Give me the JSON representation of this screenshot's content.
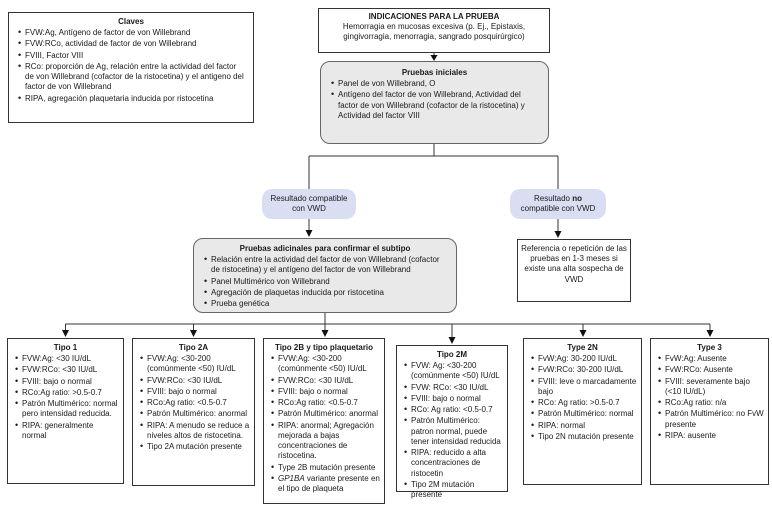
{
  "claves": {
    "title": "Claves",
    "items": [
      "FVW:Ag, Antígeno de factor de von Willebrand",
      "FVW:RCo, actividad de factor de von Willebrand",
      "FVIII, Factor VIII",
      "RCo: proporción de Ag, relación entre la actividad del factor de von Willebrand (cofactor de la ristocetina) y el antigeno del factor de von Willebrand",
      "RIPA, agregación plaquetaria inducida por ristocetina"
    ]
  },
  "indicaciones": {
    "title": "INDICACIONES PARA LA PRUEBA",
    "body": "Hemorragia en mucosas excesiva (p. Ej., Epistaxis, gingivorragia, menorragia, sangrado posquirúrgico)"
  },
  "pruebas_iniciales": {
    "title": "Pruebas iniciales",
    "items": [
      "Panel de von Willebrand, O",
      "Antígeno del factor de von Willebrand, Actividad del factor de von Willebrand (cofactor de la ristocetina) y Actividad del factor VIII"
    ]
  },
  "resultado_compatible": {
    "text": "Resultado compatible con VWD"
  },
  "resultado_no_compatible": {
    "pre": "Resultado ",
    "bold": "no",
    "post": " compatible con VWD"
  },
  "pruebas_adicionales": {
    "title": "Pruebas adicinales para confirmar el subtipo",
    "items": [
      "Relación entre la actividad del factor de von Willebrand (cofactor de ristocetina) y el antígeno del factor de von Willebrand",
      "Panel Multimérico von Willebrand",
      "Agregación de plaquetas inducida por ristocetina",
      "Prueba genética"
    ]
  },
  "referencia": {
    "text": "Referencia o repetición de las pruebas en 1-3 meses si existe una alta sospecha de VWD"
  },
  "tipos": [
    {
      "title": "Tipo 1",
      "items": [
        "FVW:Ag: <30 IU/dL",
        "FVW:RCo: <30 IU/dL",
        "FVIII: bajo o normal",
        "RCo:Ag ratio: >0.5-0.7",
        "Patrón Multimérico: normal pero intensidad reducida.",
        "RIPA: generalmente normal"
      ]
    },
    {
      "title": "Tipo 2A",
      "items": [
        "FVW:Ag: <30-200 (comúnmente <50) IU/dL",
        "FVW:RCo: <30 IU/dL",
        "FVIII: bajo o normal",
        "RCo:Ag ratio: <0.5-0.7",
        "Patrón Multimérico: anormal",
        "RIPA: A menudo se reduce a niveles altos de ristocetina.",
        "Tipo 2A mutación presente"
      ]
    },
    {
      "title": "Tipo 2B y tipo plaquetario",
      "items": [
        "FVW:Ag: <30-200 (comúnmente <50) IU/dL",
        "FVW:RCo: <30 IU/dL",
        "FVIII: bajo o normal",
        "RCo:Ag ratio: <0.5-0.7",
        "Patrón Multimérico: anormal",
        "RIPA: anormal; Agregación mejorada a bajas concentraciones de ristocetina.",
        "Type 2B mutación presente"
      ],
      "gp1ba": {
        "italic": "GP1BA",
        "rest": " variante presente en el tipo de plaqueta"
      }
    },
    {
      "title": "Tipo 2M",
      "items": [
        "FVW: Ag: <30-200 (comúnmente <50) IU/dL",
        "FVW: RCo: <30 IU/dL",
        "FVIII: bajo o normal",
        "RCo: Ag ratio: <0.5-0.7",
        "Patrón Multimérico: patron normal, puede tener intensidad reducida",
        "RIPA: reducido a alta concentraciones de ristocetin",
        "Tipo 2M mutación presente"
      ]
    },
    {
      "title": "Type 2N",
      "items": [
        "FvW:Ag: 30-200 IU/dL",
        "FvW:RCo: 30-200 IU/dL",
        "FVIII: leve o marcadamente bajo",
        "RCo: Ag ratio: >0.5-0.7",
        "Patrón Multimérico: normal",
        "RIPA: normal",
        "Tipo 2N mutación presente"
      ]
    },
    {
      "title": "Type 3",
      "items": [
        "FvW:Ag: Ausente",
        "FvW:RCo: Ausente",
        "FVIII: severamente bajo (<10 IU/dL)",
        "RCo:Ag ratio: n/a",
        "Patrón Multimérico: no FvW presente",
        "RIPA: ausente"
      ]
    }
  ],
  "colors": {
    "pill_bg": "#d9def2",
    "gray_box_bg": "#e9e9e9",
    "line": "#333333"
  }
}
